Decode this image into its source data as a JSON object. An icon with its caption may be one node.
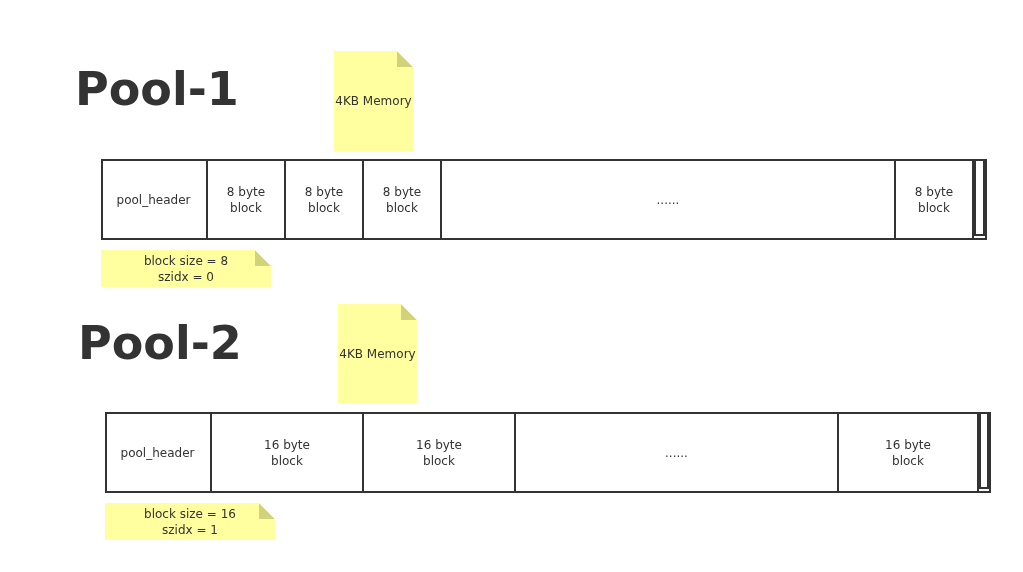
{
  "diagram": {
    "nodes": [
      {
        "text": [
          "4KB Memory"
        ]
      },
      {
        "text": [],
        "shape": "box"
      },
      {
        "text": [
          "pool_header"
        ],
        "in": 1
      },
      {
        "text": [
          "8 byte block"
        ],
        "in": 1
      },
      {
        "text": [
          "8 byte block"
        ],
        "in": 1
      },
      {
        "text": [
          "8 byte block"
        ],
        "in": 1
      },
      {
        "text": [
          "......"
        ],
        "in": 1
      },
      {
        "text": [
          "8 byte block"
        ],
        "in": 1
      },
      {
        "text": [],
        "shape": "box",
        "in": 1
      },
      {
        "text": [
          "block size = 8",
          "szidx = 0"
        ]
      },
      {
        "text": [
          "4KB Memory"
        ]
      },
      {
        "text": [],
        "shape": "box"
      },
      {
        "text": [
          "pool_header"
        ],
        "in": 11
      },
      {
        "text": [
          "16 byte block"
        ],
        "in": 11
      },
      {
        "text": [
          "16 byte block"
        ],
        "in": 11
      },
      {
        "text": [
          "......"
        ],
        "in": 11
      },
      {
        "text": [
          "16 byte block"
        ],
        "in": 11
      },
      {
        "text": [],
        "shape": "box",
        "in": 11
      },
      {
        "text": [
          "block size = 16",
          "szidx = 1"
        ]
      }
    ],
    "edges": [],
    "labels": [
      "Pool-1",
      "Pool-2"
    ]
  }
}
